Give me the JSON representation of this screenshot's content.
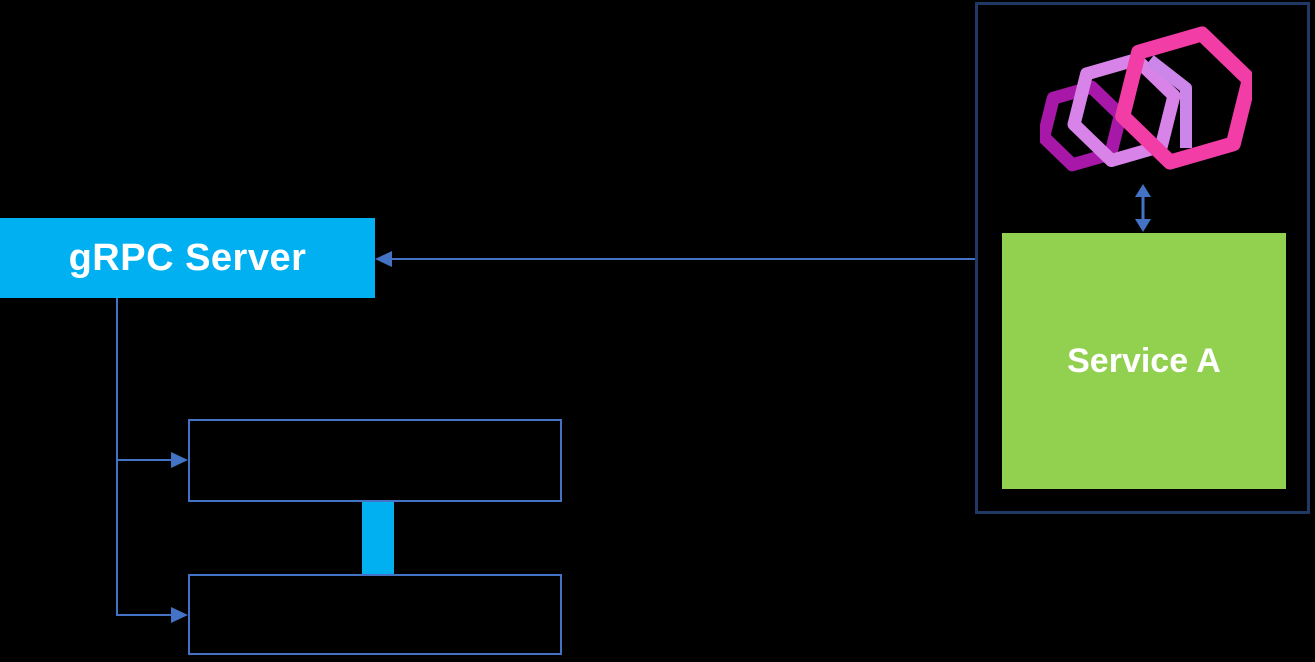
{
  "diagram": {
    "background_color": "#000000",
    "connector_color": "#4472C4",
    "nodes": {
      "grpc_server": {
        "label": "gRPC Server",
        "fill": "#00B0F0",
        "text_color": "#FFFFFF"
      },
      "service_a": {
        "label": "Service A",
        "fill": "#92D050",
        "text_color": "#FFFFFF"
      },
      "service_container": {
        "border_color": "#1F3864"
      },
      "empty_box_top": {
        "label": ""
      },
      "empty_box_bottom": {
        "label": ""
      }
    },
    "icons": {
      "hexagon_cluster": {
        "name": "hexagon-cluster-icon",
        "colors": {
          "back_hexagon": "#A818A8",
          "middle_hexagon": "#D883E8",
          "front_hexagon": "#F23DA6",
          "inner_edge": "#CC85E8"
        }
      },
      "up_down_arrow": {
        "name": "up-down-arrow-icon",
        "color": "#4472C4"
      }
    },
    "connectors": {
      "service_to_grpc": {
        "type": "arrow",
        "direction": "left"
      },
      "grpc_to_box_top": {
        "type": "arrow",
        "direction": "right"
      },
      "grpc_to_box_bottom": {
        "type": "arrow",
        "direction": "right"
      },
      "box_to_box_bar": {
        "type": "thick-bar",
        "color": "#00B0F0"
      }
    }
  }
}
